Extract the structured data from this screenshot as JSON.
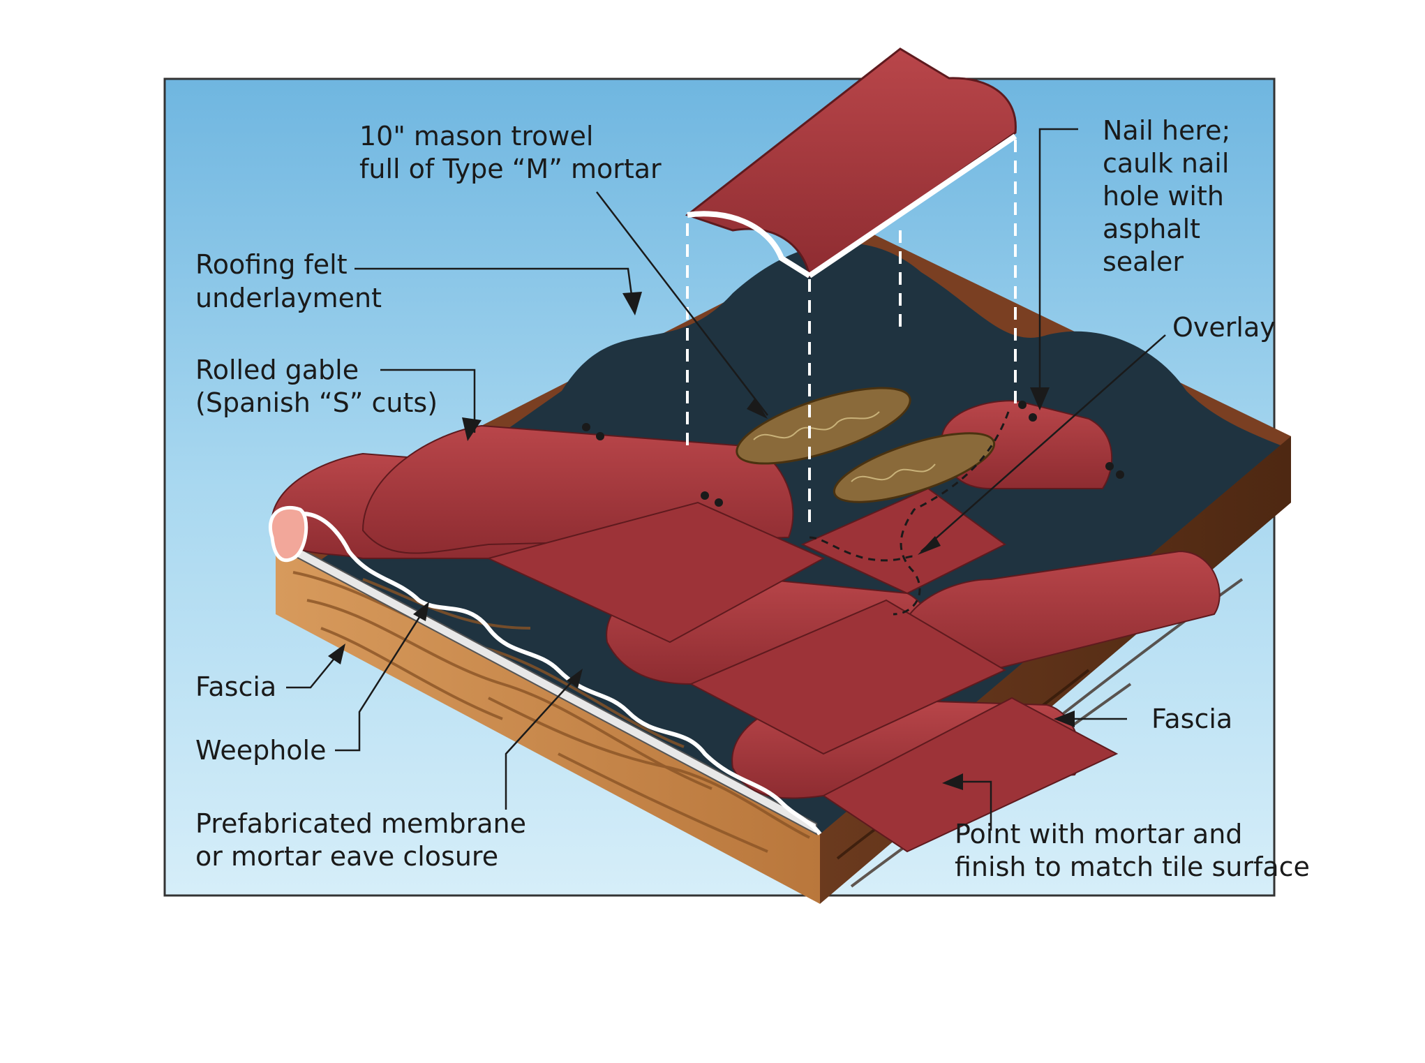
{
  "labels": {
    "trowel_line1": "10\" mason trowel",
    "trowel_line2": "full of Type “M” mortar",
    "nail_line1": "Nail here;",
    "nail_line2": "caulk nail",
    "nail_line3": "hole with",
    "nail_line4": "asphalt",
    "nail_line5": "sealer",
    "felt_line1": "Roofing felt",
    "felt_line2": "underlayment",
    "overlay": "Overlay",
    "gable_line1": "Rolled gable",
    "gable_line2": "(Spanish “S” cuts)",
    "fascia_left": "Fascia",
    "weephole": "Weephole",
    "fascia_right": "Fascia",
    "closure_line1": "Prefabricated membrane",
    "closure_line2": "or mortar eave closure",
    "point_line1": "Point with mortar and",
    "point_line2": "finish to match tile surface"
  },
  "colors": {
    "sky": "#8cc8e8",
    "tile": "#a8383c",
    "tile_dark": "#7a2428",
    "felt": "#1f3340",
    "wood": "#c98a4e",
    "mortar": "#8a6a3a"
  }
}
